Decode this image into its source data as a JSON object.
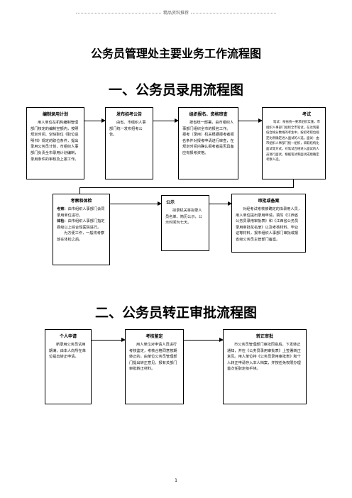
{
  "header": {
    "text": "精品资料推荐"
  },
  "title": "公务员管理处主要业务工作流程图",
  "section1": {
    "title": "一、公务员录用流程图",
    "boxes": [
      {
        "title": "编制录用计划",
        "text": "用人单位在机构编制管理部门核定的编制空额内，按照规定时间、空缺职位《职位说明书》规定的职位条件，提出录用公务员计划，市组织人事部门负责全市录用计划编制，录用条件的审核及上报工作。"
      },
      {
        "title": "发布招考公告",
        "text": "由省、市组织人事部门统一发布招考公告。"
      },
      {
        "title": "组织报名、资格审查",
        "text": "按省统一部署，由市组织人事部门组织全市的报名工作。 报考（录用）机关根据报考者报名条件对报考申请进行审查，在规定时间内确认报考者是否具备应有报考资格。"
      },
      {
        "title": "考试",
        "text": "笔试：按省统一要求组织实施，市组织人事部门组织全市笔试。在达到最低合格分数线的考生中，按招考职位规定比例确定进入面试的人选。面试：由市组织人事部门统一组织，采取结构化面试等方式，对笔试合格进入面试的人员进行面试，根据笔试和面试成绩确定考察人选。"
      },
      {
        "title": "考察和体检",
        "text_a_label": "考察：",
        "text_a": "由市组织人事部门会同录用单位进行。",
        "text_b_label": "体检：",
        "text_b": "由市组织人事部门指定县级以上综合性医院进行。",
        "text_c": "为方便工作，一般将考察放在体检之后。"
      },
      {
        "title": "公示",
        "text": "拟录机关将拟录人员名单、简历公示，公示时间为七天。"
      },
      {
        "title": "审批或备案",
        "text": "对经考试考核被确定的拟录用人员，用人单位提出录用申请，填写《江西省公务员录用审批表》和《江西省公务员录用审批花名册》以及考核材料、毕业证等材料，报市组织人事部门审批或报省级公务员主管部门备案。"
      }
    ]
  },
  "section2": {
    "title": "二、公务员转正审批流程图",
    "boxes": [
      {
        "title": "个人申请",
        "text": "新录用公务员试用期满，由本人向所在单位提出转正申请。"
      },
      {
        "title": "考核鉴定",
        "text": "用人单位对申请人员进行考核鉴定，考核合格同意按期转正的，由单位公务员管理部门提出转正意见，报有关部门审批转正材料。"
      },
      {
        "title": "转正审批",
        "text": "市公务员管理部门审批同意后，下发转正通知，并在《公务员录用审批表》上签署转正意见。用人单位持《公务员录用审批表》和个人转正申请存入本人档案，并按任免权限办理首次任职定级手续。"
      }
    ]
  },
  "page_number": "1"
}
